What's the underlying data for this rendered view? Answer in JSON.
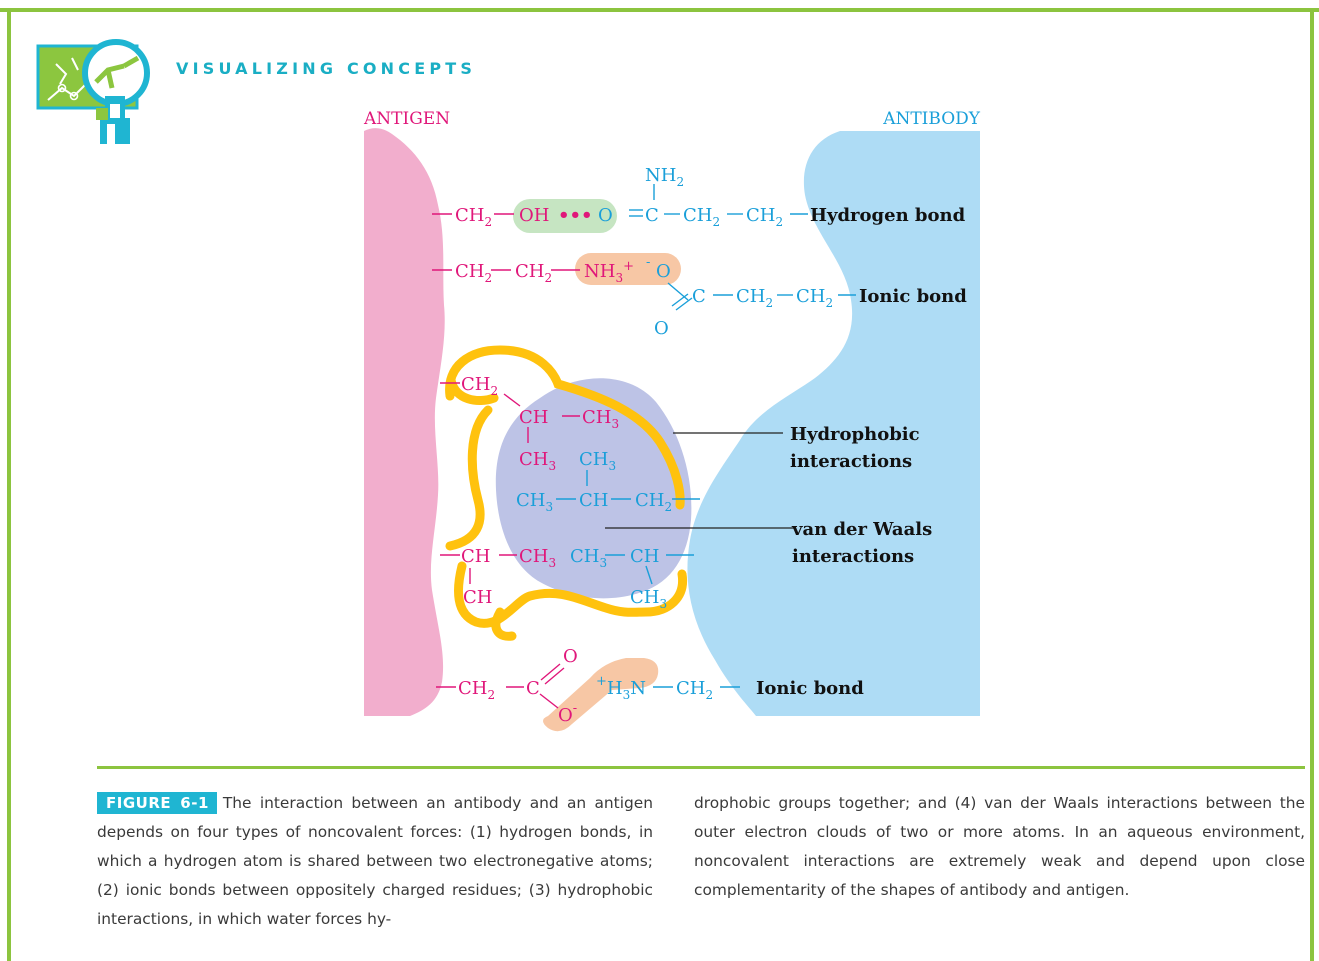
{
  "header": {
    "title": "VISUALIZING CONCEPTS",
    "icon": "magnifier-molecule-icon"
  },
  "diagram": {
    "antigen_label": "ANTIGEN",
    "antibody_label": "ANTIBODY",
    "hbond": {
      "group1": "CH",
      "sub2": "2",
      "oh": "OH",
      "dots": "•••",
      "o": "O",
      "c": "C",
      "nh": "NH",
      "label": "Hydrogen bond"
    },
    "ionic1": {
      "ch": "CH",
      "sub2": "2",
      "nh3": "NH",
      "sub3": "3",
      "plus": "+",
      "minus": "-",
      "o": "O",
      "c": "C",
      "label": "Ionic bond"
    },
    "hydrophobic": {
      "ch": "CH",
      "sub2": "2",
      "sub3": "3",
      "label_line1": "Hydrophobic",
      "label_line2": "interactions"
    },
    "vdw": {
      "label_line1": "van der Waals",
      "label_line2": "interactions"
    },
    "ionic2": {
      "ch": "CH",
      "sub2": "2",
      "c": "C",
      "o": "O",
      "minus": "-",
      "plus": "+",
      "h": "H",
      "sub3": "3",
      "n": "N",
      "label": "Ionic bond"
    },
    "colors": {
      "antigen": "#f2aecd",
      "antibody": "#aedcf5",
      "magenta": "#e0177a",
      "cyan": "#1a9fd9",
      "yellow": "#ffc20e",
      "vdw_blob": "#bdc3e6",
      "hbond_pill": "#c6e5c2",
      "ionic_pill": "#f7c7a5"
    }
  },
  "caption": {
    "figure_label": "FIGURE 6-1",
    "left_text": "The interaction between an antibody and an antigen depends on four types of noncovalent forces: (1) hydrogen bonds, in which a hydrogen atom is shared between two electronegative atoms; (2) ionic bonds between oppositely charged residues; (3) hydrophobic interactions, in which water forces hy-",
    "right_text": "drophobic groups together; and (4) van der Waals interactions between the outer electron clouds of two or more atoms. In an aqueous environment, noncovalent interactions are extremely weak and depend upon close complementarity of the shapes of antibody and antigen."
  }
}
